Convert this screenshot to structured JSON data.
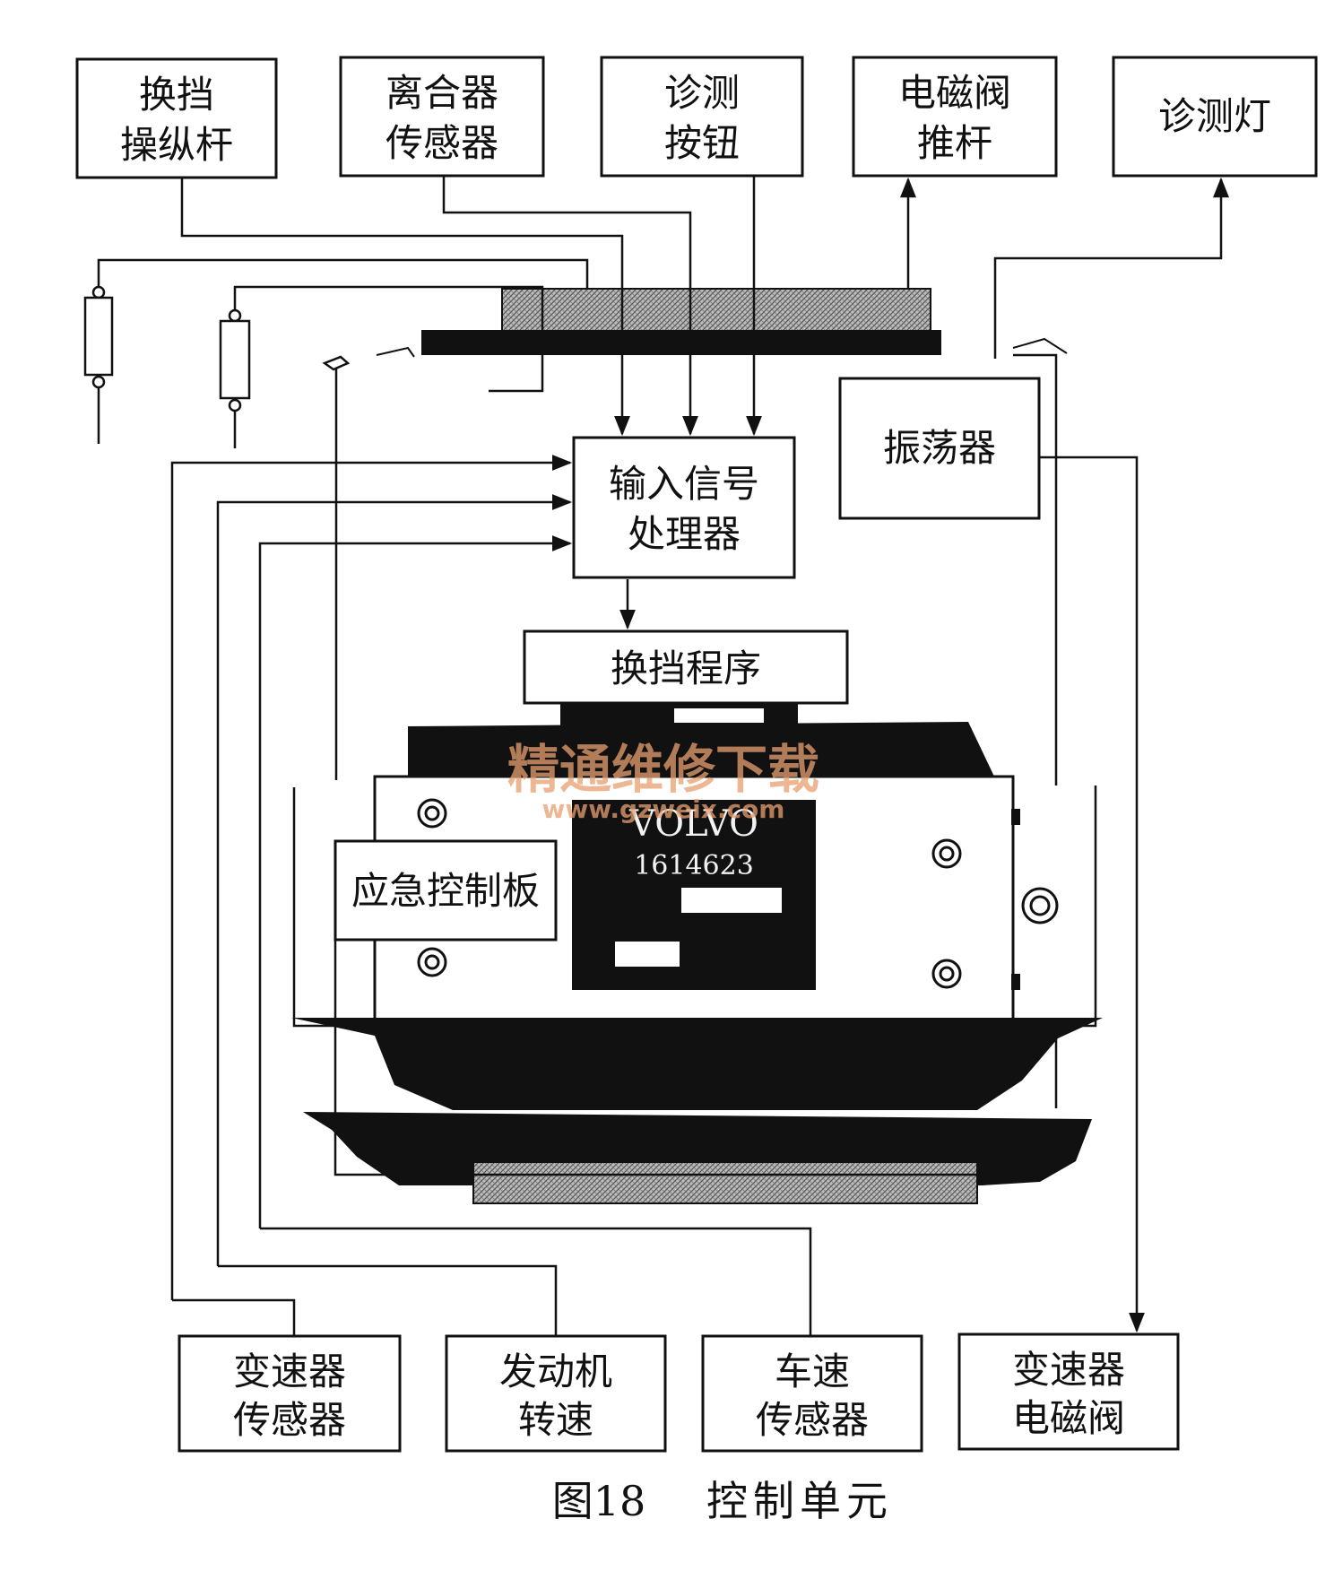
{
  "top_boxes": {
    "shift_lever": [
      "换挡",
      "操纵杆"
    ],
    "clutch_sensor": [
      "离合器",
      "传感器"
    ],
    "diag_button": [
      "诊测",
      "按钮"
    ],
    "solenoid_pushrod": [
      "电磁阀",
      "推杆"
    ],
    "diag_lamp": [
      "诊测灯"
    ]
  },
  "inner_boxes": {
    "input_processor": [
      "输入信号",
      "处理器"
    ],
    "oscillator": [
      "振荡器"
    ],
    "shift_program": [
      "换挡程序"
    ],
    "emergency_board": [
      "应急控制板"
    ]
  },
  "unit": {
    "brand": "VOLVO",
    "part_number": "1614623"
  },
  "bottom_boxes": {
    "trans_sensor": [
      "变速器",
      "传感器"
    ],
    "engine_speed": [
      "发动机",
      "转速"
    ],
    "vehicle_speed": [
      "车速",
      "传感器"
    ],
    "trans_solenoid": [
      "变速器",
      "电磁阀"
    ]
  },
  "watermark": {
    "title": "精通维修下载",
    "url": "www.gzweix.com"
  },
  "caption": {
    "figure": "图18",
    "title": "控制单元"
  },
  "colors": {
    "ink": "#111111",
    "watermark": "#e8a070"
  }
}
